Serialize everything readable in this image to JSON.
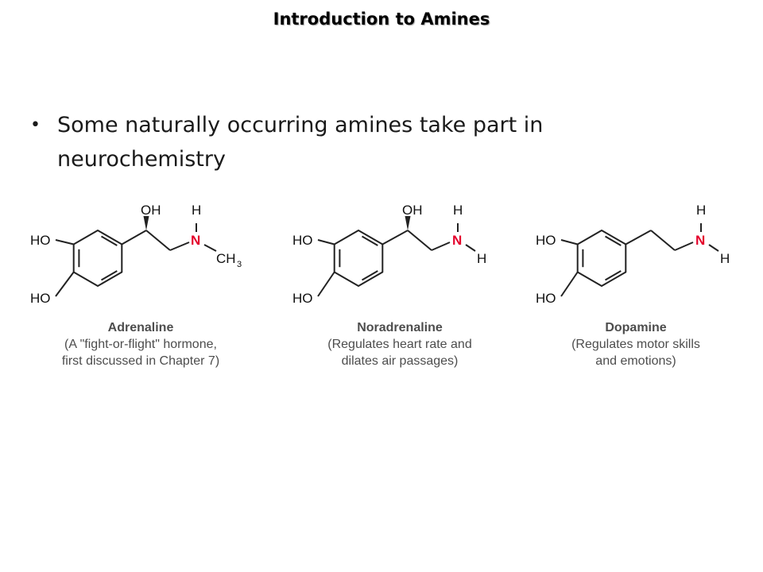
{
  "slide": {
    "title": "Introduction to Amines",
    "bullet": "Some naturally occurring amines take part in neurochemistry"
  },
  "atoms": {
    "ho": "HO",
    "oh": "OH",
    "h": "H",
    "n": "N",
    "ch": "CH",
    "sub3": "3"
  },
  "molecules": [
    {
      "name": "Adrenaline",
      "caption1": "(A \"fight-or-flight\" hormone,",
      "caption2": "first discussed in Chapter 7)"
    },
    {
      "name": "Noradrenaline",
      "caption1": "(Regulates heart rate and",
      "caption2": "dilates air passages)"
    },
    {
      "name": "Dopamine",
      "caption1": "(Regulates motor skills",
      "caption2": "and emotions)"
    }
  ],
  "colors": {
    "nitrogen": "#e4002b",
    "text": "#000000",
    "caption": "#4d4d4d"
  }
}
